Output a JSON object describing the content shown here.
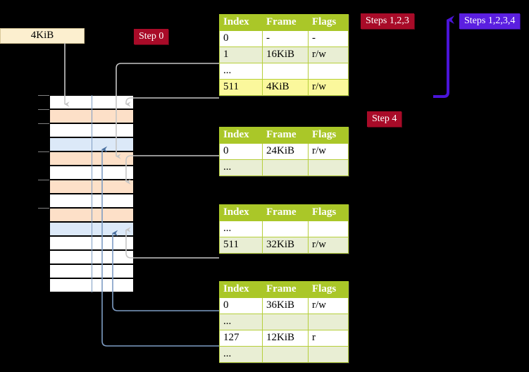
{
  "diagram": {
    "title_badges": [
      {
        "id": "step0",
        "label": "Step 0",
        "color": "#a80b28",
        "style": "red"
      },
      {
        "id": "steps123",
        "label": "Steps 1,2,3",
        "color": "#a80b28",
        "style": "red"
      },
      {
        "id": "steps1234",
        "label": "Steps 1,2,3,4",
        "color": "#5b1fe0",
        "style": "blue"
      },
      {
        "id": "step4",
        "label": "Step 4",
        "color": "#a80b28",
        "style": "red"
      }
    ],
    "memory_label": "4KiB",
    "colors": {
      "header_green": "#aac728",
      "row_tint": "#e9eed4",
      "highlight_yellow": "#fbf89c",
      "orange_frame": "#fde0c8",
      "blue_frame": "#dce9f8",
      "gray_connector": "#bdbdbd",
      "blue_connector": "#7e9dc4",
      "badge_red": "#a80b28",
      "badge_blue": "#5b1fe0",
      "memlabel_bg": "#fcefcf"
    },
    "columns": [
      "Index",
      "Frame",
      "Flags"
    ],
    "tables": [
      {
        "id": "pml4",
        "rows": [
          {
            "index": "0",
            "frame": "-",
            "flags": "-",
            "tint": false,
            "hl": false
          },
          {
            "index": "1",
            "frame": "16KiB",
            "flags": "r/w",
            "tint": true,
            "hl": false
          },
          {
            "index": "...",
            "frame": "",
            "flags": "",
            "tint": false,
            "hl": false
          },
          {
            "index": "511",
            "frame": "4KiB",
            "flags": "r/w",
            "tint": true,
            "hl": true
          }
        ]
      },
      {
        "id": "pdp",
        "rows": [
          {
            "index": "0",
            "frame": "24KiB",
            "flags": "r/w",
            "tint": false,
            "hl": false
          },
          {
            "index": "...",
            "frame": "",
            "flags": "",
            "tint": true,
            "hl": false
          }
        ]
      },
      {
        "id": "pd",
        "rows": [
          {
            "index": "...",
            "frame": "",
            "flags": "",
            "tint": false,
            "hl": false
          },
          {
            "index": "511",
            "frame": "32KiB",
            "flags": "r/w",
            "tint": true,
            "hl": false
          }
        ]
      },
      {
        "id": "pt",
        "rows": [
          {
            "index": "0",
            "frame": "36KiB",
            "flags": "r/w",
            "tint": false,
            "hl": false
          },
          {
            "index": "...",
            "frame": "",
            "flags": "",
            "tint": true,
            "hl": false
          },
          {
            "index": "127",
            "frame": "12KiB",
            "flags": "r",
            "tint": false,
            "hl": false
          },
          {
            "index": "...",
            "frame": "",
            "flags": "",
            "tint": true,
            "hl": false
          }
        ]
      }
    ],
    "memory_frames": [
      {
        "row": 0,
        "fill": "white",
        "tick": true
      },
      {
        "row": 1,
        "fill": "orange",
        "tick": true
      },
      {
        "row": 2,
        "fill": "white",
        "tick": true
      },
      {
        "row": 3,
        "fill": "bluefill",
        "tick": false
      },
      {
        "row": 4,
        "fill": "orange",
        "tick": true
      },
      {
        "row": 5,
        "fill": "white",
        "tick": false
      },
      {
        "row": 6,
        "fill": "orange",
        "tick": true
      },
      {
        "row": 7,
        "fill": "white",
        "tick": false
      },
      {
        "row": 8,
        "fill": "orange",
        "tick": true
      },
      {
        "row": 9,
        "fill": "bluefill",
        "tick": false
      },
      {
        "row": 10,
        "fill": "white",
        "tick": false
      },
      {
        "row": 11,
        "fill": "white",
        "tick": false
      },
      {
        "row": 12,
        "fill": "white",
        "tick": false
      },
      {
        "row": 13,
        "fill": "white",
        "tick": false
      }
    ]
  }
}
